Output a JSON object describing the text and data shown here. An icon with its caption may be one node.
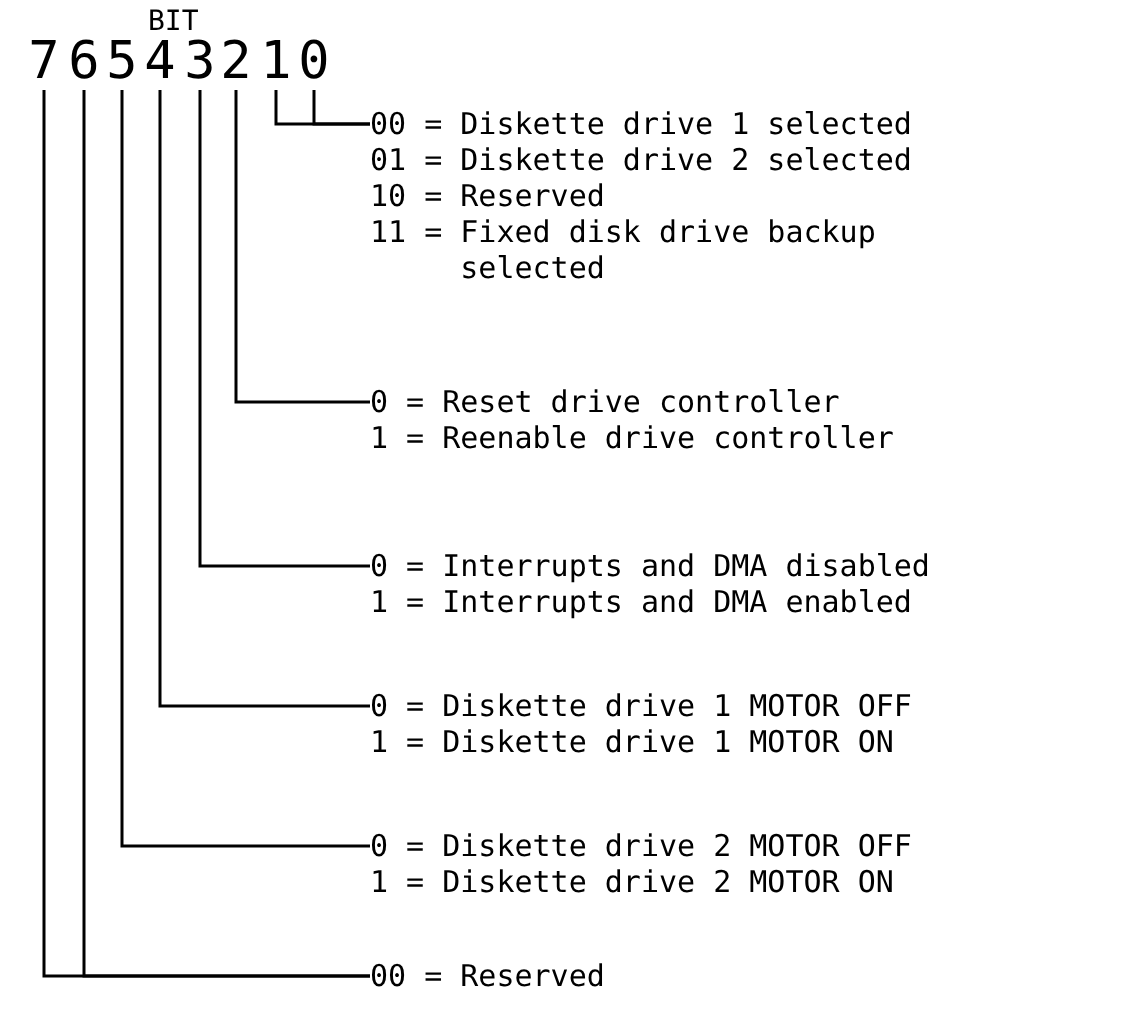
{
  "diagram": {
    "nodes": [
      {
        "text": [
          "7"
        ]
      },
      {
        "text": [
          "6"
        ]
      },
      {
        "text": [
          "5"
        ]
      },
      {
        "text": [
          "4"
        ]
      },
      {
        "text": [
          "3"
        ]
      },
      {
        "text": [
          "2"
        ]
      },
      {
        "text": [
          "1"
        ]
      },
      {
        "text": [
          "0"
        ]
      },
      {
        "text": [
          "00 = Diskette drive 1 selected",
          "01 = Diskette drive 2 selected",
          "10 = Reserved",
          "11 = Fixed disk drive backup selected"
        ]
      },
      {
        "text": [
          "0 = Reset drive controller",
          "1 = Reenable drive controller"
        ]
      },
      {
        "text": [
          "0 = Interrupts and DMA disabled",
          "1 = Interrupts and DMA enabled"
        ]
      },
      {
        "text": [
          "0 = Diskette drive 1 MOTOR OFF",
          "1 = Diskette drive 1 MOTOR ON"
        ]
      },
      {
        "text": [
          "0 = Diskette drive 2 MOTOR OFF",
          "1 = Diskette drive 2 MOTOR ON"
        ]
      },
      {
        "text": [
          "00 = Reserved"
        ]
      }
    ],
    "edges": [
      {
        "from": 6,
        "to": 8,
        "arrow": "none"
      },
      {
        "from": 7,
        "to": 8,
        "arrow": "none"
      },
      {
        "from": 5,
        "to": 9,
        "arrow": "none"
      },
      {
        "from": 4,
        "to": 10,
        "arrow": "none"
      },
      {
        "from": 3,
        "to": 11,
        "arrow": "none"
      },
      {
        "from": 2,
        "to": 12,
        "arrow": "none"
      },
      {
        "from": 1,
        "to": 13,
        "arrow": "none"
      },
      {
        "from": 0,
        "to": 13,
        "arrow": "none"
      }
    ],
    "labels": [
      "BIT"
    ]
  }
}
